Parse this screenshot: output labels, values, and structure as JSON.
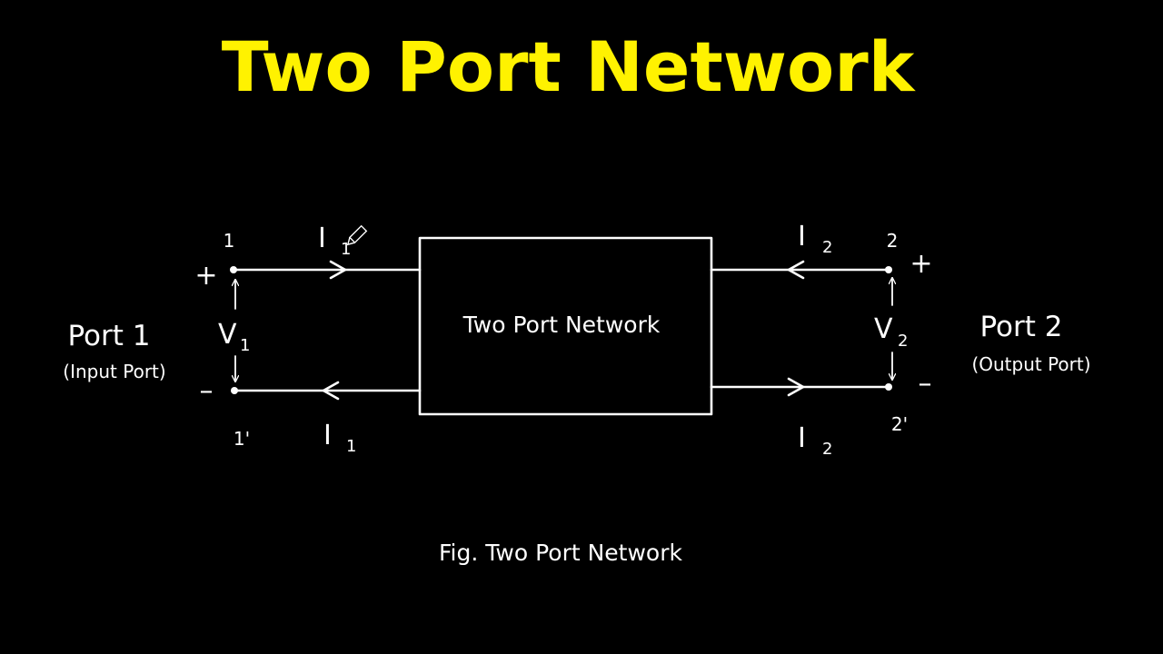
{
  "title": "Two Port Network",
  "colors": {
    "title": "#FFF200",
    "background": "#000000",
    "ink": "#FFFFFF"
  },
  "block": {
    "label": "Two Port Network"
  },
  "port1": {
    "label": "Port 1",
    "sublabel": "(Input Port)",
    "top_terminal": "1",
    "bottom_terminal": "1'",
    "plus": "+",
    "minus": "–",
    "voltage": {
      "symbol": "V",
      "subscript": "1"
    },
    "current_top": {
      "symbol": "I",
      "subscript": "1"
    },
    "current_bottom": {
      "symbol": "I",
      "subscript": "1"
    }
  },
  "port2": {
    "label": "Port 2",
    "sublabel": "(Output Port)",
    "top_terminal": "2",
    "bottom_terminal": "2'",
    "plus": "+",
    "minus": "–",
    "voltage": {
      "symbol": "V",
      "subscript": "2"
    },
    "current_top": {
      "symbol": "I",
      "subscript": "2"
    },
    "current_bottom": {
      "symbol": "I",
      "subscript": "2"
    }
  },
  "caption": "Fig. Two Port Network",
  "icons": {
    "cursor": "pencil-icon"
  }
}
